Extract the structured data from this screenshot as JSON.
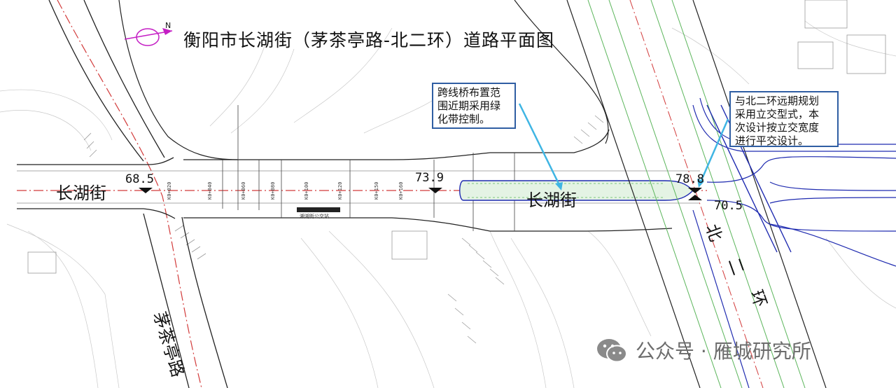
{
  "title": "衡阳市长湖街（茅茶亭路-北二环）道路平面图",
  "notes": {
    "bridge": "跨线桥布置范\n围近期采用绿\n化带控制。",
    "ring": "与北二环远期规划\n采用立交型式，本\n次设计按立交宽度\n进行平交设计。"
  },
  "roads": {
    "changhu_left": "长湖街",
    "changhu_mid": "长湖街",
    "maochating": "茅茶亭路",
    "beierhuan": [
      "北",
      "二",
      "环"
    ]
  },
  "elevations": [
    "68.5",
    "73.9",
    "78.8",
    "70.5"
  ],
  "watermark": {
    "text": "公众号 · 雁城研究所",
    "logo_icon": "wechat-icon"
  },
  "compass_label": "N",
  "bus_stop_label": "湘湖街公交站",
  "colors": {
    "centerline": "#d23a3a",
    "road_edge": "#222222",
    "contour": "#b9b9b9",
    "ring_blue": "#1f2bb0",
    "ring_green": "#5bb55b",
    "bridge_fill": "#e4f3e4",
    "note_border": "#2f5ea3",
    "callout_arrow": "#3fb5e3",
    "compass": "#c41fc4"
  }
}
